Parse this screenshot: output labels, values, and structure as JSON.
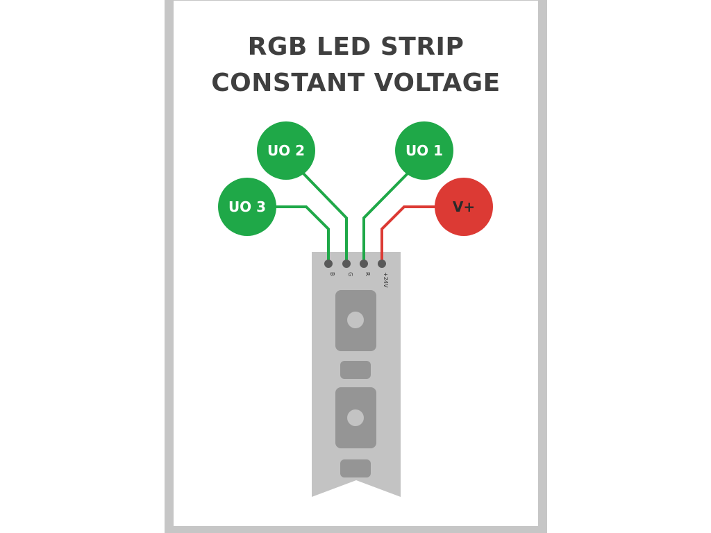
{
  "title": {
    "line1": "RGB LED STRIP",
    "line2": "CONSTANT VOLTAGE"
  },
  "colors": {
    "frame": "#c6c6c6",
    "title": "#3f3f3f",
    "green": "#1fa848",
    "red": "#dc3a34",
    "strip": "#c3c3c3",
    "led": "#959595",
    "pin": "#595959"
  },
  "nodes": {
    "uo2": "UO 2",
    "uo1": "UO 1",
    "uo3": "UO 3",
    "vplus": "V+"
  },
  "pins": {
    "b": "B",
    "g": "G",
    "r": "R",
    "v24": "+24V"
  }
}
